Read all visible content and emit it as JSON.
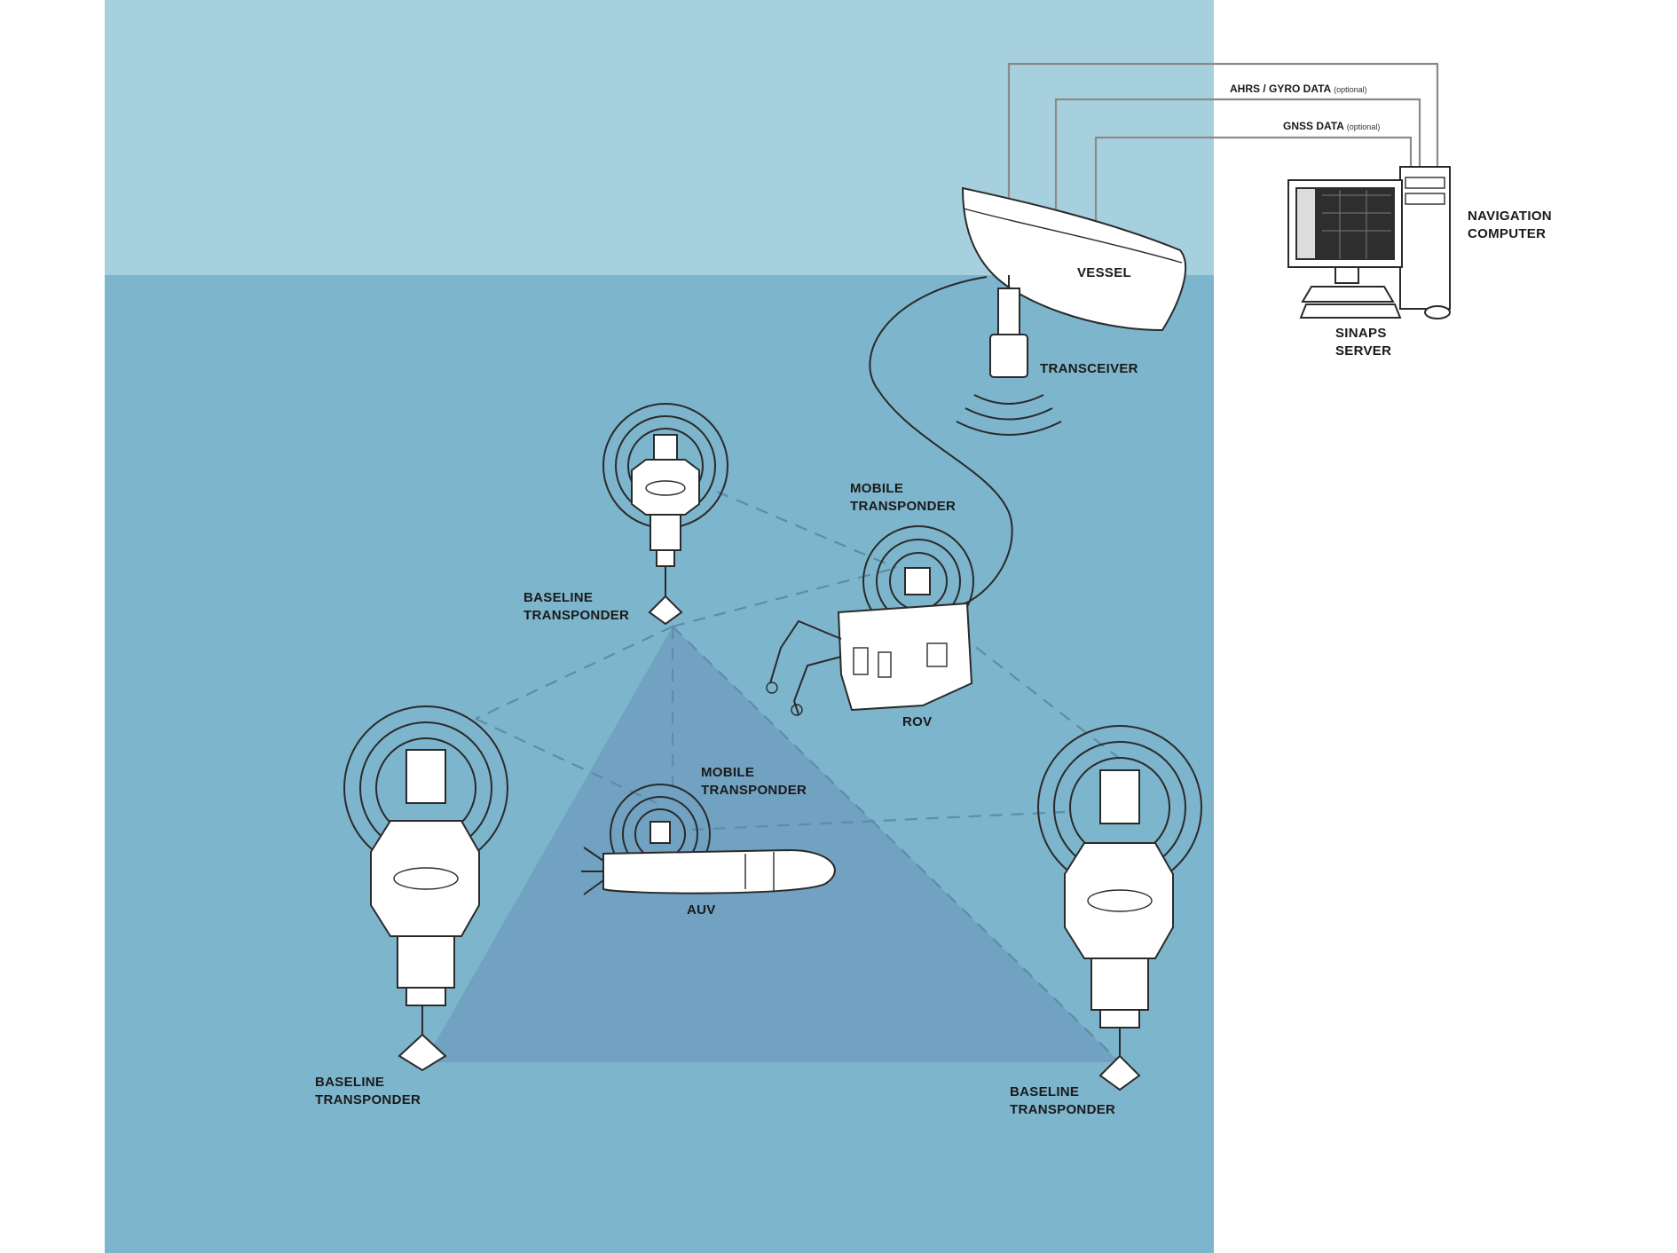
{
  "labels": {
    "ahrs": "AHRS / GYRO DATA",
    "ahrs_opt": "(optional)",
    "gnss": "GNSS DATA",
    "gnss_opt": "(optional)",
    "nav_computer_1": "NAVIGATION",
    "nav_computer_2": "COMPUTER",
    "sinaps_1": "SINAPS",
    "sinaps_2": "SERVER",
    "vessel": "VESSEL",
    "transceiver": "TRANSCEIVER",
    "mobile_rov_1": "MOBILE",
    "mobile_rov_2": "TRANSPONDER",
    "rov": "ROV",
    "mobile_auv_1": "MOBILE",
    "mobile_auv_2": "TRANSPONDER",
    "auv": "AUV",
    "baseline_top_1": "BASELINE",
    "baseline_top_2": "TRANSPONDER",
    "baseline_left_1": "BASELINE",
    "baseline_left_2": "TRANSPONDER",
    "baseline_right_1": "BASELINE",
    "baseline_right_2": "TRANSPONDER"
  },
  "colors": {
    "sky": "#a7d0df",
    "sea": "#7db5cc",
    "triangle": "#6f9fc0",
    "background": "#ffffff"
  }
}
